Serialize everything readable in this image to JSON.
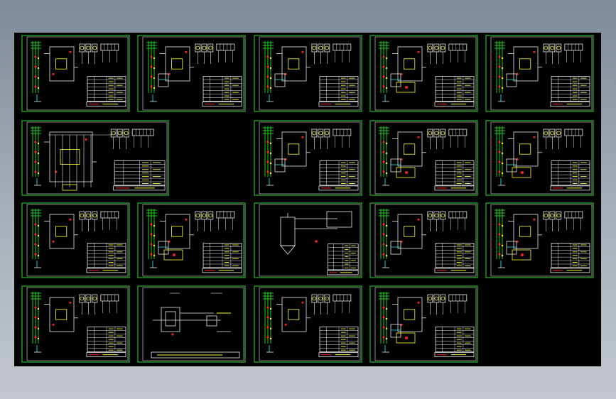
{
  "viewport": {
    "background": "#000000",
    "frame_color": "#33dd33",
    "wire_green": "#22cc22",
    "wire_white": "#e8e8e8",
    "wire_yellow": "#ffff33",
    "wire_red": "#ff2222",
    "wire_cyan": "#33ffff"
  },
  "sheets": [
    {
      "id": "r1c1",
      "variant": "schematic-a"
    },
    {
      "id": "r1c2",
      "variant": "schematic-b"
    },
    {
      "id": "r1c3",
      "variant": "schematic-b"
    },
    {
      "id": "r1c4",
      "variant": "schematic-c"
    },
    {
      "id": "r1c5",
      "variant": "schematic-b"
    },
    {
      "id": "r2c1",
      "variant": "schematic-wide"
    },
    {
      "id": "r2c3",
      "variant": "schematic-b"
    },
    {
      "id": "r2c4",
      "variant": "schematic-c"
    },
    {
      "id": "r2c5",
      "variant": "schematic-c"
    },
    {
      "id": "r3c1",
      "variant": "schematic-a"
    },
    {
      "id": "r3c2",
      "variant": "schematic-c"
    },
    {
      "id": "r3c3",
      "variant": "terminal-box"
    },
    {
      "id": "r3c4",
      "variant": "schematic-b"
    },
    {
      "id": "r3c5",
      "variant": "schematic-c"
    },
    {
      "id": "r4c1",
      "variant": "schematic-a"
    },
    {
      "id": "r4c2",
      "variant": "layout"
    },
    {
      "id": "r4c3",
      "variant": "schematic-a"
    },
    {
      "id": "r4c4",
      "variant": "schematic-c"
    }
  ]
}
